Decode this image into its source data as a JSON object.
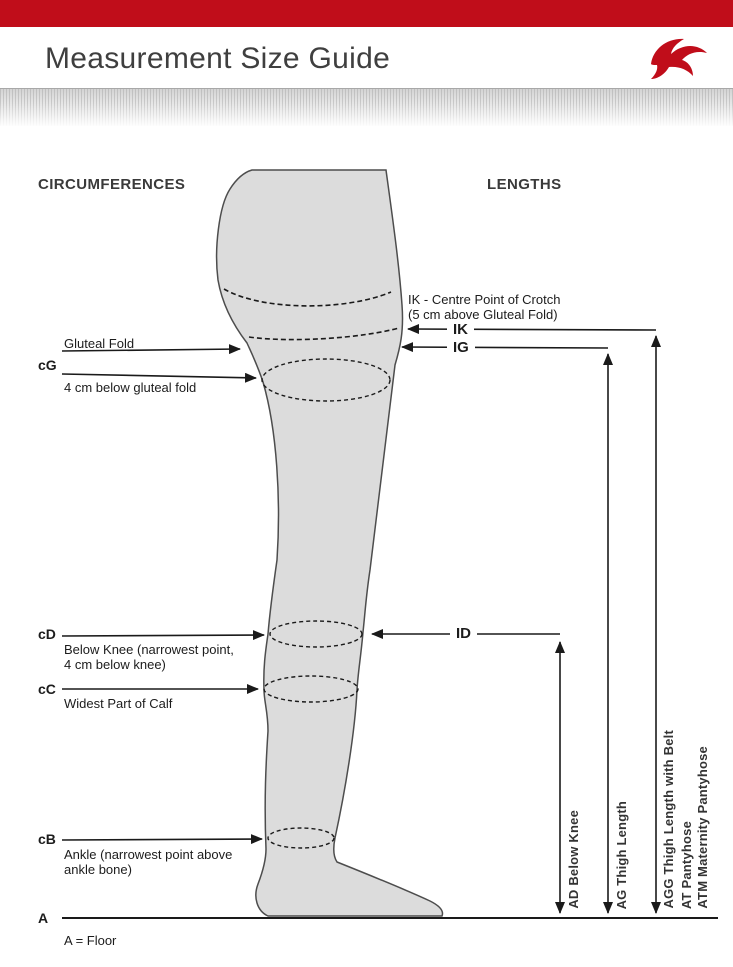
{
  "header": {
    "title": "Measurement Size Guide",
    "logo_icon": "swallow-bird-logo"
  },
  "sections": {
    "circumferences_heading": "CIRCUMFERENCES",
    "lengths_heading": "LENGTHS"
  },
  "circumferences": {
    "gluteal_fold": {
      "label": "Gluteal Fold"
    },
    "cG": {
      "code": "cG",
      "label": "4 cm below gluteal fold"
    },
    "cD": {
      "code": "cD",
      "label": "Below Knee (narrowest point, 4 cm below knee)"
    },
    "cC": {
      "code": "cC",
      "label": "Widest Part of Calf"
    },
    "cB": {
      "code": "cB",
      "label": "Ankle (narrowest point above ankle bone)"
    },
    "A": {
      "code": "A",
      "label": "A = Floor"
    }
  },
  "lengths": {
    "ik_note_line1": "IK - Centre Point of Crotch",
    "ik_note_line2": "(5 cm above Gluteal Fold)",
    "IK": "IK",
    "IG": "IG",
    "ID": "ID",
    "AD": "AD Below Knee",
    "AG": "AG Thigh Length",
    "AGG": "AGG Thigh Length with Belt",
    "AT": "AT Pantyhose",
    "ATM": "ATM Maternity Pantyhose"
  },
  "colors": {
    "brand_red": "#c00d1a",
    "line_dark": "#1a1a1a",
    "leg_fill": "#dcdcdc",
    "heading_gray": "#3a3a3a"
  }
}
